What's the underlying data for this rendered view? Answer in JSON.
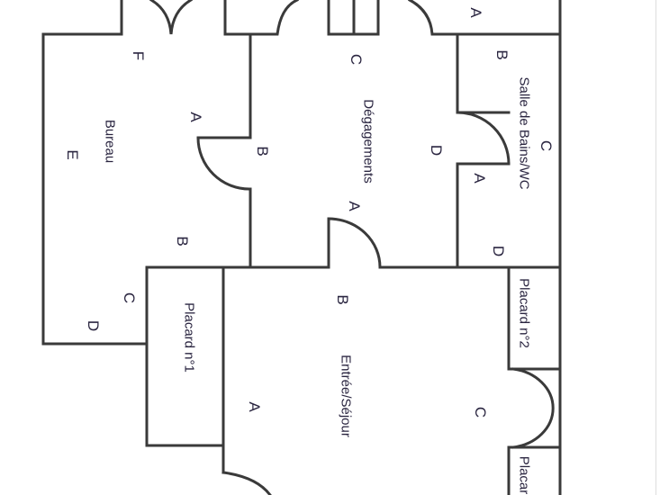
{
  "rooms": {
    "bureau": "Bureau",
    "degagements": "Dégagements",
    "salle_de_bains": "Salle de Bains/WC",
    "placard1": "Placard n°1",
    "placard2": "Placard n°2",
    "placard3": "Placar",
    "entree": "Entrée/Séjour"
  },
  "wall_labels": {
    "bureau": [
      "F",
      "E",
      "A",
      "B",
      "C",
      "D"
    ],
    "degagements": [
      "C",
      "B",
      "D",
      "A"
    ],
    "salle_de_bains": [
      "A",
      "B",
      "C",
      "A",
      "D"
    ],
    "entree": [
      "B",
      "A",
      "C"
    ]
  },
  "colors": {
    "wall": "#3a3a3a",
    "text": "#2a2540"
  }
}
